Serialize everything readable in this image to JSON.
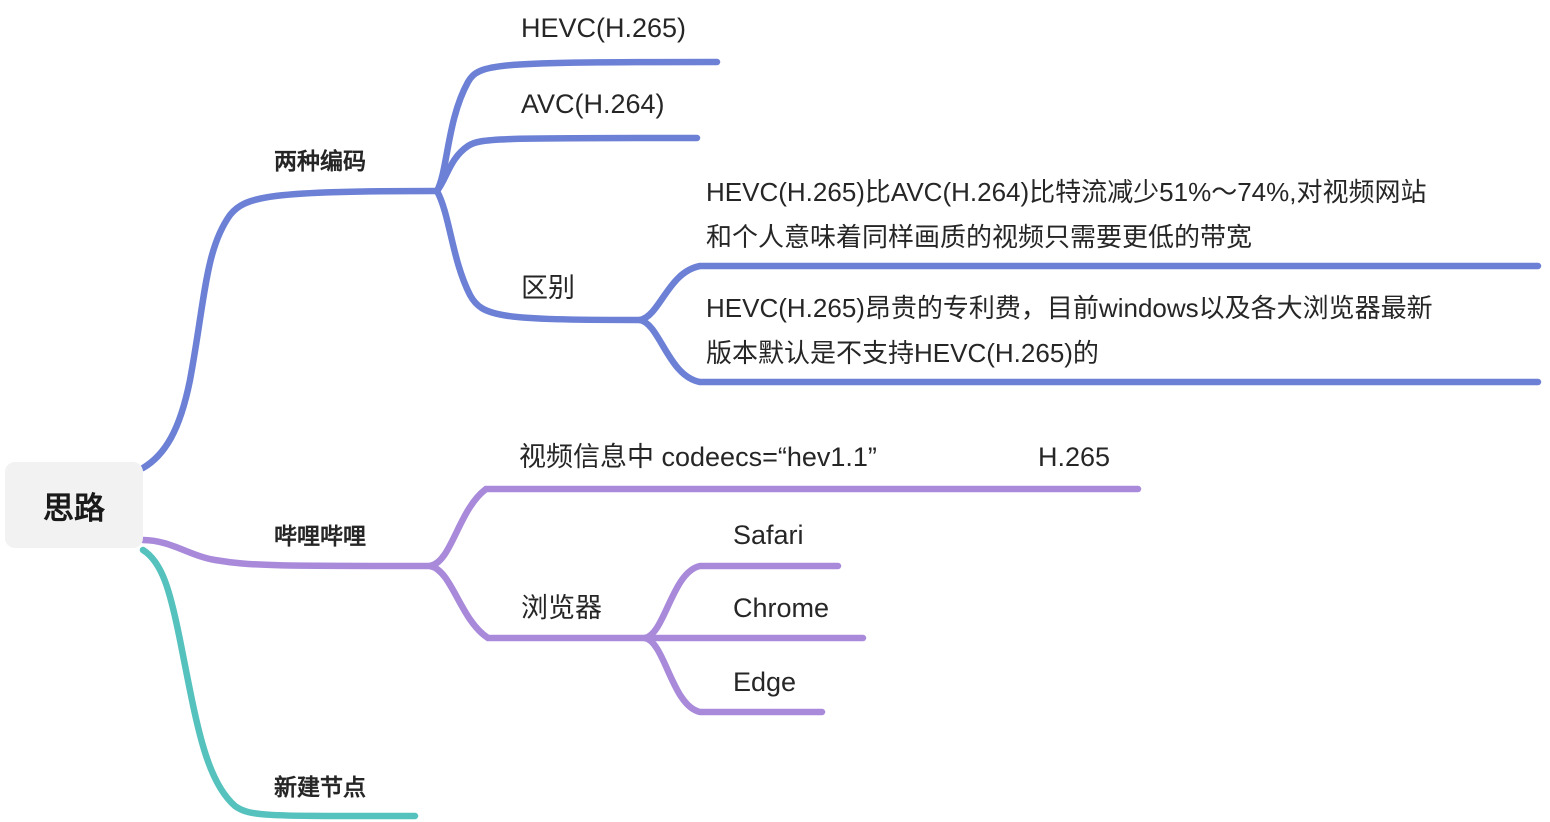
{
  "app": {
    "type": "mind-map",
    "background_color": "#ffffff"
  },
  "colors": {
    "branch_blue": "#6c80d6",
    "branch_purple": "#a98ada",
    "branch_teal": "#56c2be",
    "root_background": "#f2f2f2",
    "text": "#262626"
  },
  "root": {
    "label": "思路"
  },
  "branches": [
    {
      "id": "encoding",
      "label": "两种编码",
      "color": "#6c80d6",
      "children": [
        {
          "id": "hevc",
          "label": "HEVC(H.265)",
          "children": []
        },
        {
          "id": "avc",
          "label": "AVC(H.264)",
          "children": []
        },
        {
          "id": "difference",
          "label": "区别",
          "children": [
            {
              "id": "diff-bitrate",
              "lines": [
                "HEVC(H.265)比AVC(H.264)比特流减少51%～74%,对视频网站",
                "和个人意味着同样画质的视频只需要更低的带宽"
              ]
            },
            {
              "id": "diff-patent",
              "lines": [
                "HEVC(H.265)昂贵的专利费，目前windows以及各大浏览器最新",
                "版本默认是不支持HEVC(H.265)的"
              ]
            }
          ]
        }
      ]
    },
    {
      "id": "bilibili",
      "label": "哔哩哔哩",
      "color": "#a98ada",
      "children": [
        {
          "id": "video-info",
          "label": "视频信息中 codeecs=“hev1.1”",
          "children": [
            {
              "id": "h265",
              "label": "H.265"
            }
          ]
        },
        {
          "id": "browsers",
          "label": "浏览器",
          "children": [
            {
              "id": "safari",
              "label": "Safari"
            },
            {
              "id": "chrome",
              "label": "Chrome"
            },
            {
              "id": "edge",
              "label": "Edge"
            }
          ]
        }
      ]
    },
    {
      "id": "new-node",
      "label": "新建节点",
      "color": "#56c2be",
      "children": []
    }
  ]
}
